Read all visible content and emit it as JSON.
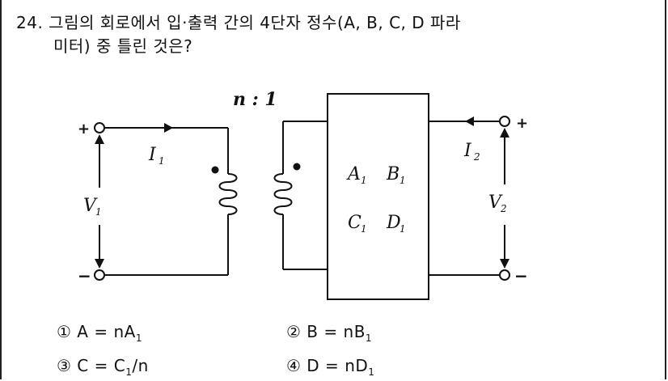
{
  "question": {
    "number": "24.",
    "line1": "그림의 회로에서 입·출력 간의 4단자 정수(A, B, C, D 파라",
    "line2": "미터) 중 틀린 것은?"
  },
  "circuit": {
    "turns_ratio": "n : 1",
    "i1": "I",
    "i1_sub": "1",
    "i2": "I",
    "i2_sub": "2",
    "v1": "V",
    "v1_sub": "1",
    "v2": "V",
    "v2_sub": "2",
    "plus": "+",
    "minus": "−",
    "a1": "A",
    "a1_sub": "1",
    "b1": "B",
    "b1_sub": "1",
    "c1": "C",
    "c1_sub": "1",
    "d1": "D",
    "d1_sub": "1"
  },
  "choices": [
    {
      "marker": "①",
      "lhs": "A",
      "rhs": "nA",
      "sub": "1",
      "tail": ""
    },
    {
      "marker": "②",
      "lhs": "B",
      "rhs": "nB",
      "sub": "1",
      "tail": ""
    },
    {
      "marker": "③",
      "lhs": "C",
      "rhs": "C",
      "sub": "1",
      "tail": "/n"
    },
    {
      "marker": "④",
      "lhs": "D",
      "rhs": "nD",
      "sub": "1",
      "tail": ""
    }
  ]
}
